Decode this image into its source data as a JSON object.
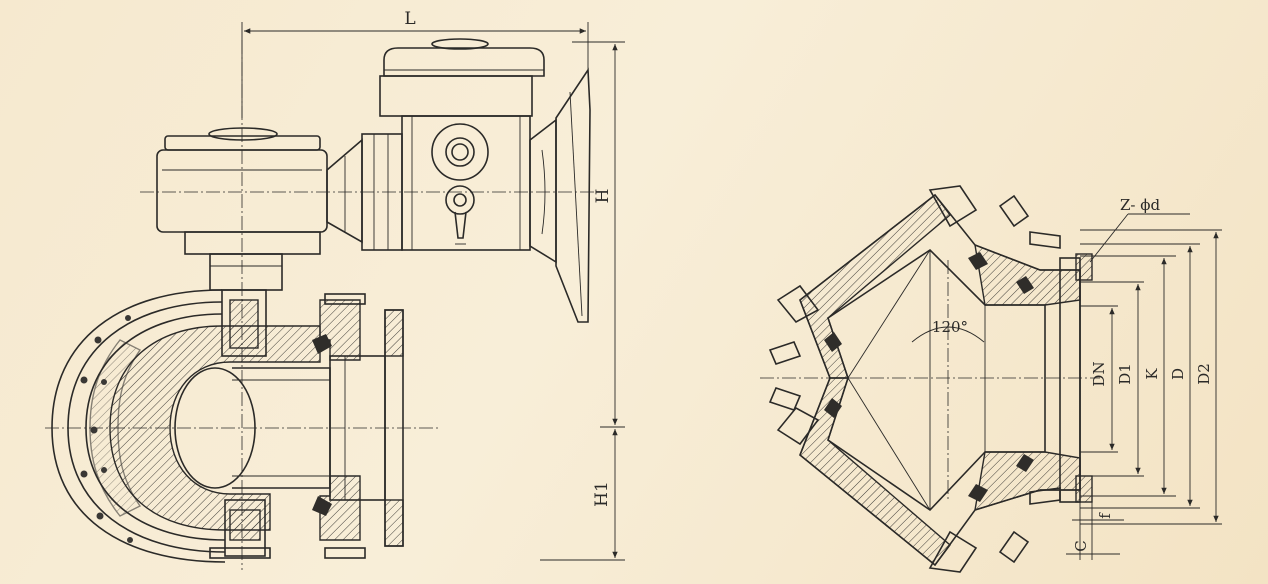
{
  "drawing": {
    "front_view": {
      "dim_L": "L",
      "dim_H": "H",
      "dim_H1": "H1"
    },
    "section_view": {
      "bolt_callout": "Z- ϕd",
      "angle_label": "120°",
      "dim_DN": "DN",
      "dim_D1": "D1",
      "dim_K": "K",
      "dim_D": "D",
      "dim_D2": "D2",
      "dim_f": "f",
      "dim_C": "C"
    }
  }
}
